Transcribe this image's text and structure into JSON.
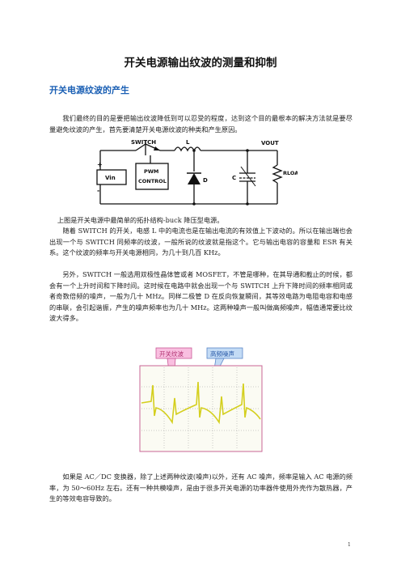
{
  "document": {
    "title": "开关电源输出纹波的测量和抑制",
    "section_heading": "开关电源纹波的产生",
    "paragraphs": [
      "我们最终的目的是要把输出纹波降低到可以忍受的程度，达到这个目的最根本的解决方法就是要尽量避免纹波的产生，首先要清楚开关电源纹波的种类和产生原因。",
      "上图是开关电源中最简单的拓扑结构-buck 降压型电源。",
      "随着 SWITCH 的开关，电感 L 中的电流也是在输出电流的有效值上下波动的。所以在输出端也会出现一个与 SWITCH 同频率的纹波，一般所说的纹波就是指这个。它与输出电容的容量和 ESR 有关系。这个纹波的频率与开关电源相同，为几十到几百 KHz。",
      "另外，SWITCH 一般选用双极性晶体管或者 MOSFET，不管是哪种，在其导通和截止的时候，都会有一个上升时间和下降时间。这时候在电路中就会出现一个与 SWITCH 上升下降时间的频率相同或者奇数倍频的噪声，一般为几十 MHz。同样二极管 D 在反向恢复瞬间，其等效电路为电阻电容和电感的串联，会引起谐振，产生的噪声频率也为几十 MHz。这两种噪声一般叫做高频噪声，幅值通常要比纹波大得多。",
      "如果是 AC／DC 变换器，除了上述两种纹波(噪声)以外，还有 AC 噪声，频率是输入 AC 电源的频率，为 50～60Hz 左右。还有一种共模噪声，是由于很多开关电源的功率器件使用外壳作为散热器，产生的等效电容导致的。"
    ],
    "page_number": "1"
  },
  "circuit": {
    "switch_label": "SWITCH",
    "inductor_label": "L",
    "vout_label": "VOUT",
    "vin_label": "Vin",
    "plus_label": "+",
    "minus_label": "-",
    "pwm_label_1": "PWM",
    "pwm_label_2": "CONTROL",
    "diode_label": "D",
    "cap_label": "C",
    "load_label": "RLOAD"
  },
  "scope": {
    "callout_ripple": "开关纹波",
    "callout_noise": "高频噪声",
    "colors": {
      "trace": "#d4cf1e",
      "screen_border": "#c86496",
      "callout_pink": "#f9bfe0",
      "callout_blue": "#c3dbf5"
    }
  }
}
